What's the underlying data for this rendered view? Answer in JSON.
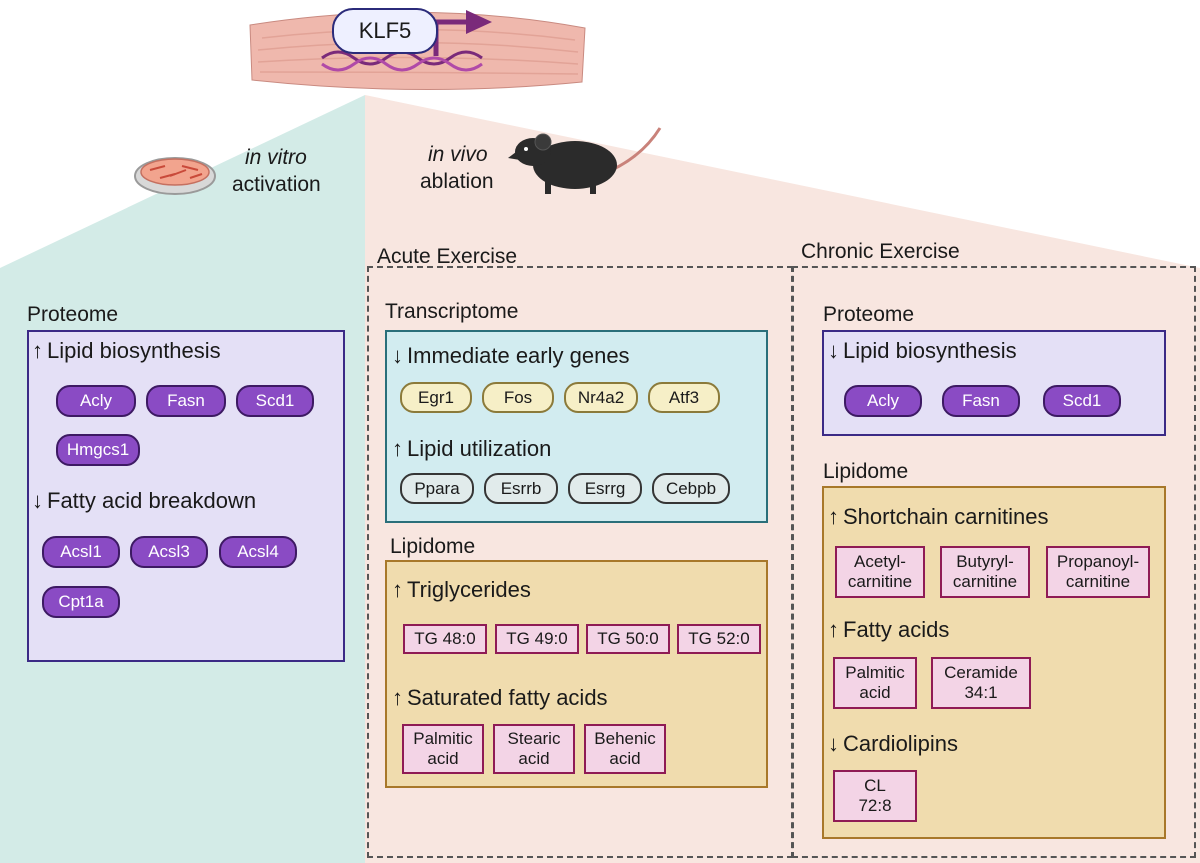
{
  "header": {
    "gene": "KLF5"
  },
  "left_branch": {
    "line1": "in vitro",
    "line2": "activation"
  },
  "right_branch": {
    "line1": "in vivo",
    "line2": "ablation"
  },
  "left_panel": {
    "title": "Proteome",
    "groups": [
      {
        "heading": "Lipid biosynthesis",
        "direction": "up",
        "items": [
          "Acly",
          "Fasn",
          "Scd1",
          "Hmgcs1"
        ]
      },
      {
        "heading": "Fatty acid breakdown",
        "direction": "down",
        "items": [
          "Acsl1",
          "Acsl3",
          "Acsl4",
          "Cpt1a"
        ]
      }
    ]
  },
  "acute": {
    "title": "Acute Exercise",
    "transcriptome": {
      "title": "Transcriptome",
      "groups": [
        {
          "heading": "Immediate early genes",
          "direction": "down",
          "items": [
            "Egr1",
            "Fos",
            "Nr4a2",
            "Atf3"
          ]
        },
        {
          "heading": "Lipid utilization",
          "direction": "up",
          "items": [
            "Ppara",
            "Esrrb",
            "Esrrg",
            "Cebpb"
          ]
        }
      ]
    },
    "lipidome": {
      "title": "Lipidome",
      "groups": [
        {
          "heading": "Triglycerides",
          "direction": "up",
          "items": [
            "TG 48:0",
            "TG 49:0",
            "TG 50:0",
            "TG 52:0"
          ]
        },
        {
          "heading": "Saturated fatty acids",
          "direction": "up",
          "items": [
            "Palmitic acid",
            "Stearic acid",
            "Behenic acid"
          ]
        }
      ]
    }
  },
  "chronic": {
    "title": "Chronic Exercise",
    "proteome": {
      "title": "Proteome",
      "groups": [
        {
          "heading": "Lipid biosynthesis",
          "direction": "down",
          "items": [
            "Acly",
            "Fasn",
            "Scd1"
          ]
        }
      ]
    },
    "lipidome": {
      "title": "Lipidome",
      "groups": [
        {
          "heading": "Shortchain carnitines",
          "direction": "up",
          "items": [
            "Acetyl-carnitine",
            "Butyryl-carnitine",
            "Propanoyl-carnitine"
          ]
        },
        {
          "heading": "Fatty acids",
          "direction": "up",
          "items": [
            "Palmitic acid",
            "Ceramide 34:1"
          ]
        },
        {
          "heading": "Cardiolipins",
          "direction": "down",
          "items": [
            "CL 72:8"
          ]
        }
      ]
    }
  },
  "colors": {
    "left_bg": "#d3ebe7",
    "right_bg": "#f8e6e0",
    "proteome_box": "#e4e0f6",
    "proteome_border": "#3b2a86",
    "transcriptome_box": "#d2ecf0",
    "transcriptome_border": "#2a6f7a",
    "lipidome_box": "#f0dcae",
    "lipidome_border": "#a8782a",
    "pill_purple": "#8a4bc4",
    "muscle": "#efb8ad"
  }
}
